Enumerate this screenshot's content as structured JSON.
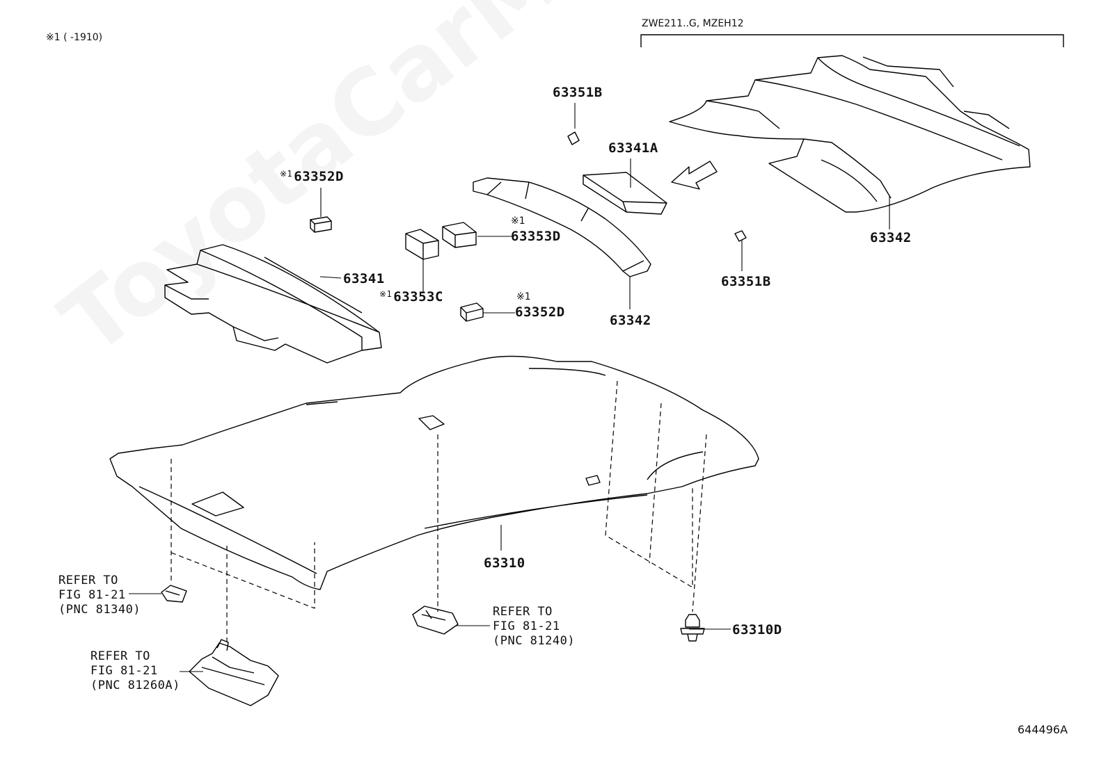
{
  "header": {
    "note": "※1 (      -1910)",
    "bracket_label": "ZWE211..G, MZEH12"
  },
  "watermark": "ToyotaCarMine.ru",
  "diagram_code": "644496A",
  "callouts": {
    "p63351B_top": "63351B",
    "p63341A": "63341A",
    "p63352D_top_mark": "※1",
    "p63352D_top": "63352D",
    "p63353D_mark": "※1",
    "p63353D": "63353D",
    "p63341": "63341",
    "p63353C_mark": "※1",
    "p63353C": "63353C",
    "p63352D_bottom_mark": "※1",
    "p63352D_bottom": "63352D",
    "p63342_center": "63342",
    "p63342_right": "63342",
    "p63351B_right": "63351B",
    "p63310": "63310",
    "p63310D": "63310D"
  },
  "references": {
    "ref_81340": {
      "line1": "REFER TO",
      "line2": "FIG 81-21",
      "line3": "(PNC 81340)"
    },
    "ref_81260A": {
      "line1": "REFER TO",
      "line2": "FIG 81-21",
      "line3": "(PNC 81260A)"
    },
    "ref_81240": {
      "line1": "REFER TO",
      "line2": "FIG 81-21",
      "line3": "(PNC 81240)"
    }
  }
}
